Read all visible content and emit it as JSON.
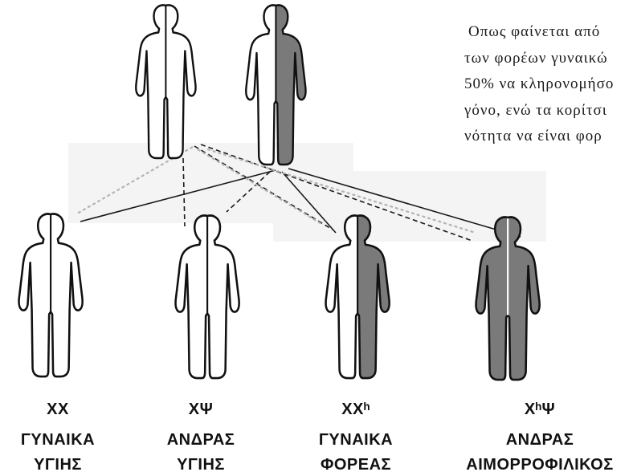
{
  "intro_text": {
    "lines": [
      "Οπως φαίνεται από",
      "των φορέων γυναικώ",
      "50% να κληρονομήσο",
      "γόνο, ενώ τα κορίτσι",
      "νότητα να είναι φορ"
    ]
  },
  "colors": {
    "outline": "#111111",
    "affected": "#7a7a7a",
    "unaffected": "#ffffff"
  },
  "parents": [
    {
      "left_fill": "#ffffff",
      "right_fill": "#ffffff"
    },
    {
      "left_fill": "#ffffff",
      "right_fill": "#7a7a7a"
    }
  ],
  "children": [
    {
      "genotype": "ΧΧ",
      "sex": "ΓΥΝΑΙΚΑ",
      "status": "ΥΓΙΗΣ",
      "left_fill": "#ffffff",
      "right_fill": "#ffffff"
    },
    {
      "genotype": "ΧΨ",
      "sex": "ΑΝΔΡΑΣ",
      "status": "ΥΓΙΗΣ",
      "left_fill": "#ffffff",
      "right_fill": "#ffffff"
    },
    {
      "genotype": "ΧΧʰ",
      "sex": "ΓΥΝΑΙΚΑ",
      "status": "ΦΟΡΕΑΣ",
      "left_fill": "#ffffff",
      "right_fill": "#7a7a7a"
    },
    {
      "genotype": "ΧʰΨ",
      "sex": "ΑΝΔΡΑΣ",
      "status": "ΑΙΜΟΡΡΟΦΙΛΙΚΟΣ",
      "left_fill": "#7a7a7a",
      "right_fill": "#7a7a7a"
    }
  ]
}
